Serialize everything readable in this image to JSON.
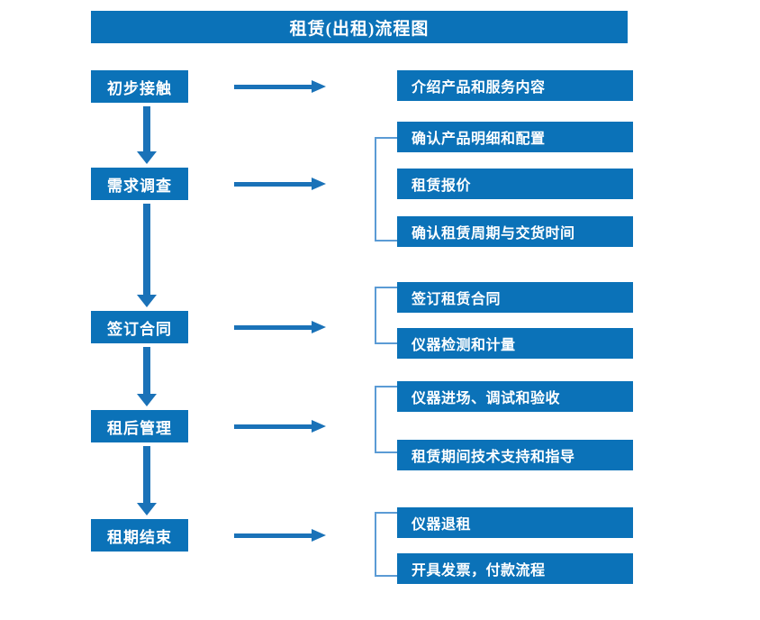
{
  "title": {
    "text": "租赁(出租)流程图"
  },
  "colors": {
    "box_blue": "#0b72b8",
    "arrow_blue": "#1a72b8",
    "bracket_blue": "#5b9bd5",
    "text_white": "#ffffff",
    "background": "#ffffff"
  },
  "stages": [
    {
      "label": "初步接触"
    },
    {
      "label": "需求调查"
    },
    {
      "label": "签订合同"
    },
    {
      "label": "租后管理"
    },
    {
      "label": "租期结束"
    }
  ],
  "details": [
    {
      "label": "介绍产品和服务内容"
    },
    {
      "label": "确认产品明细和配置"
    },
    {
      "label": "租赁报价"
    },
    {
      "label": "确认租赁周期与交货时间"
    },
    {
      "label": "签订租赁合同"
    },
    {
      "label": "仪器检测和计量"
    },
    {
      "label": "仪器进场、调试和验收"
    },
    {
      "label": "租赁期间技术支持和指导"
    },
    {
      "label": "仪器退租"
    },
    {
      "label": "开具发票，付款流程"
    }
  ],
  "groups": [
    {
      "stage": "需求调查",
      "detail_labels": [
        "确认产品明细和配置",
        "租赁报价",
        "确认租赁周期与交货时间"
      ]
    },
    {
      "stage": "签订合同",
      "detail_labels": [
        "签订租赁合同",
        "仪器检测和计量"
      ]
    },
    {
      "stage": "租后管理",
      "detail_labels": [
        "仪器进场、调试和验收",
        "租赁期间技术支持和指导"
      ]
    },
    {
      "stage": "租期结束",
      "detail_labels": [
        "仪器退租",
        "开具发票，付款流程"
      ]
    }
  ],
  "flow_connections": [
    {
      "from": "初步接触",
      "to": "需求调查",
      "direction": "down"
    },
    {
      "from": "需求调查",
      "to": "签订合同",
      "direction": "down"
    },
    {
      "from": "签订合同",
      "to": "租后管理",
      "direction": "down"
    },
    {
      "from": "租后管理",
      "to": "租期结束",
      "direction": "down"
    },
    {
      "from": "初步接触",
      "to": "介绍产品和服务内容",
      "direction": "right"
    },
    {
      "from": "需求调查",
      "to": "确认产品明细和配置",
      "direction": "right"
    },
    {
      "from": "签订合同",
      "to": "签订租赁合同",
      "direction": "right"
    },
    {
      "from": "租后管理",
      "to": "仪器进场、调试和验收",
      "direction": "right"
    },
    {
      "from": "租期结束",
      "to": "仪器退租",
      "direction": "right"
    }
  ]
}
